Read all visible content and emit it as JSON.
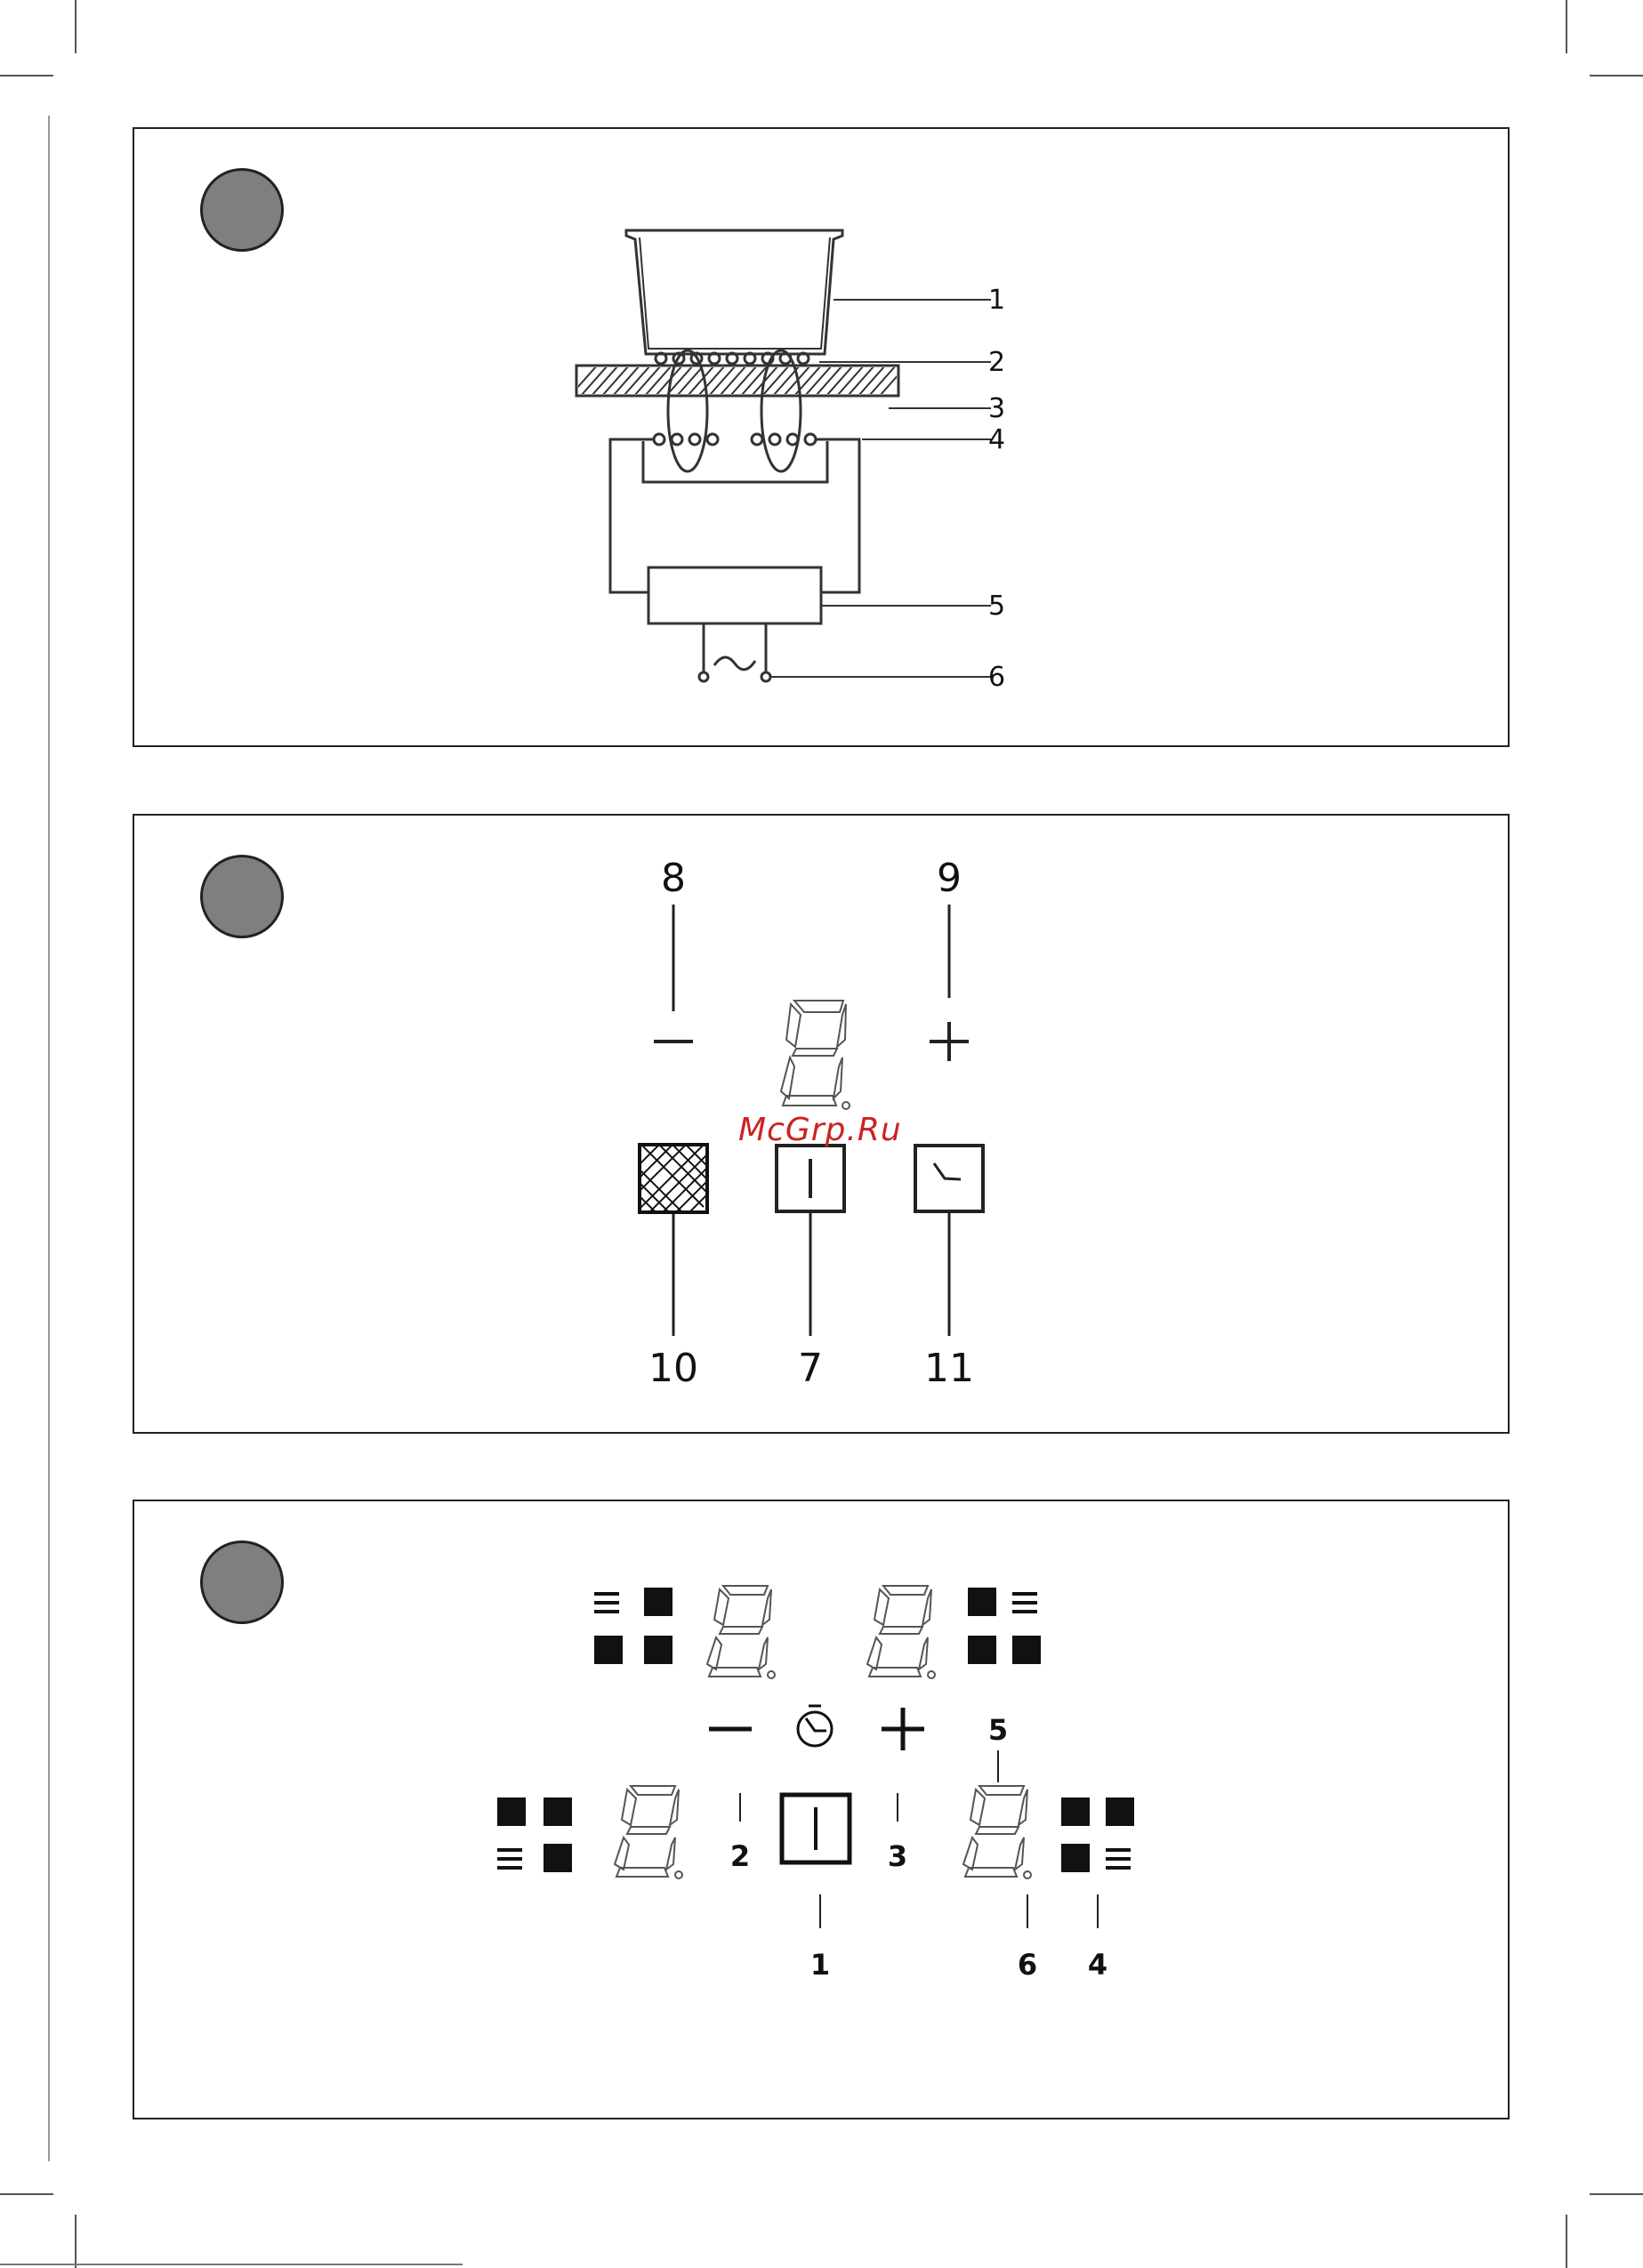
{
  "watermark": "McGrp.Ru",
  "figure1": {
    "callouts": [
      "1",
      "2",
      "3",
      "4",
      "5",
      "6"
    ]
  },
  "figure2": {
    "callouts": {
      "minus": "8",
      "plus": "9",
      "lock": "10",
      "power": "7",
      "timer": "11"
    }
  },
  "figure3": {
    "callouts": {
      "power": "1",
      "minus": "2",
      "plus": "3",
      "zone_indicator": "4",
      "display_top": "5",
      "display_bottom": "6"
    }
  },
  "icons": {
    "badge": "grey-circle-badge",
    "lock": "child-lock-icon",
    "power": "power-button-icon",
    "timer": "timer-icon",
    "clock": "clock-icon",
    "zone": "cooking-zone-position-icon",
    "display": "seven-segment-display"
  }
}
